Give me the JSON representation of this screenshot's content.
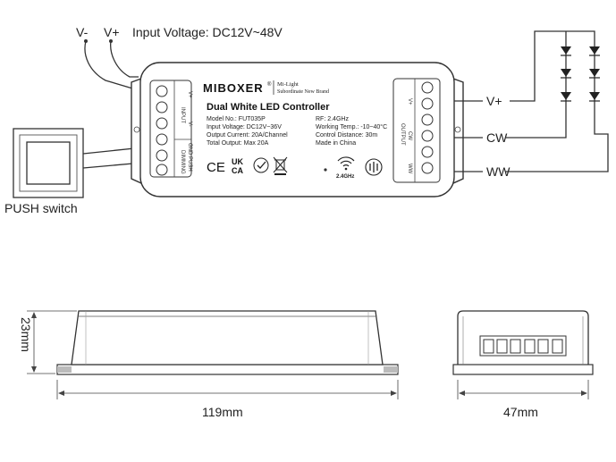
{
  "wiring": {
    "v_minus": "V-",
    "v_plus": "V+",
    "input_voltage": "Input Voltage: DC12V~48V",
    "push_switch": "PUSH switch",
    "out_vplus": "V+",
    "out_cw": "CW",
    "out_ww": "WW"
  },
  "controller": {
    "brand": "MIBOXER",
    "brand_reg": "®",
    "mi_light": "Mi-Light",
    "subordinate": "Subordinate New Brand",
    "title": "Dual White LED Controller",
    "specs_left": [
      "Model No.: FUT035P",
      "Input Voltage: DC12V~36V",
      "Output Current: 20A/Channel",
      "Total Output: Max 20A"
    ],
    "specs_right": [
      "RF: 2.4GHz",
      "Working Temp.: -10~40°C",
      "Control Distance: 30m",
      "Made in China"
    ],
    "input_label": "INPUT",
    "input_vplus": "V+",
    "input_vminus": "V-",
    "dimming_label": "DIMMING",
    "gnd_push": "GND PUSH",
    "output_label": "OUTPUT",
    "output_vplus": "V+",
    "output_cw": "CW",
    "output_ww": "WW",
    "ce": "CE",
    "ukca_top": "UK",
    "ukca_bottom": "CA",
    "ghz": "2.4GHz"
  },
  "dimensions": {
    "height": "23mm",
    "length": "119mm",
    "width": "47mm"
  }
}
